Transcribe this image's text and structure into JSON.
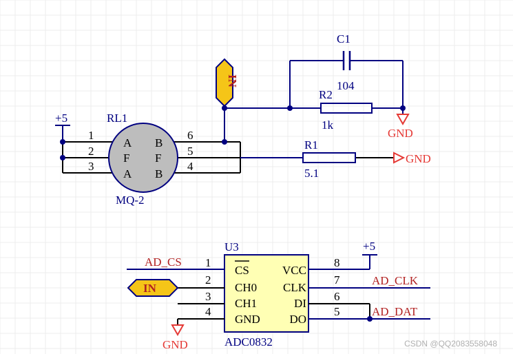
{
  "colors": {
    "wire": "#000000",
    "body": "#000080",
    "label": "#000080",
    "net": "#b22222",
    "power": "#e53935",
    "port_fill": "#f5c518",
    "port_text": "#b22222",
    "sensor_fill": "#bdbdbd",
    "chip_fill": "#ffffb4",
    "grid": "#ececec",
    "watermark": "#b0b0b0"
  },
  "sensor": {
    "designator": "RL1",
    "part": "MQ-2",
    "left_pins": [
      "1",
      "2",
      "3"
    ],
    "right_pins": [
      "6",
      "5",
      "4"
    ],
    "left_letters": [
      "A",
      "F",
      "A"
    ],
    "right_letters": [
      "B",
      "F",
      "B"
    ]
  },
  "power_top": "+5",
  "power_chip": "+5",
  "capacitor": {
    "designator": "C1",
    "value": "104"
  },
  "r2": {
    "designator": "R2",
    "value": "1k"
  },
  "r1": {
    "designator": "R1",
    "value": "5.1"
  },
  "gnd_r2": "GND",
  "gnd_r1": "GND",
  "gnd_chip": "GND",
  "in_port_top": "IN",
  "in_port_chip": "IN",
  "chip": {
    "designator": "U3",
    "part": "ADC0832",
    "left_pins": [
      {
        "num": "1",
        "name": "CS",
        "net": "AD_CS"
      },
      {
        "num": "2",
        "name": "CH0",
        "net": ""
      },
      {
        "num": "3",
        "name": "CH1",
        "net": ""
      },
      {
        "num": "4",
        "name": "GND",
        "net": ""
      }
    ],
    "right_pins": [
      {
        "num": "8",
        "name": "VCC",
        "net": ""
      },
      {
        "num": "7",
        "name": "CLK",
        "net": "AD_CLK"
      },
      {
        "num": "6",
        "name": "DI",
        "net": "AD_DAT"
      },
      {
        "num": "5",
        "name": "DO",
        "net": ""
      }
    ]
  },
  "watermark": "CSDN @QQ2083558048"
}
